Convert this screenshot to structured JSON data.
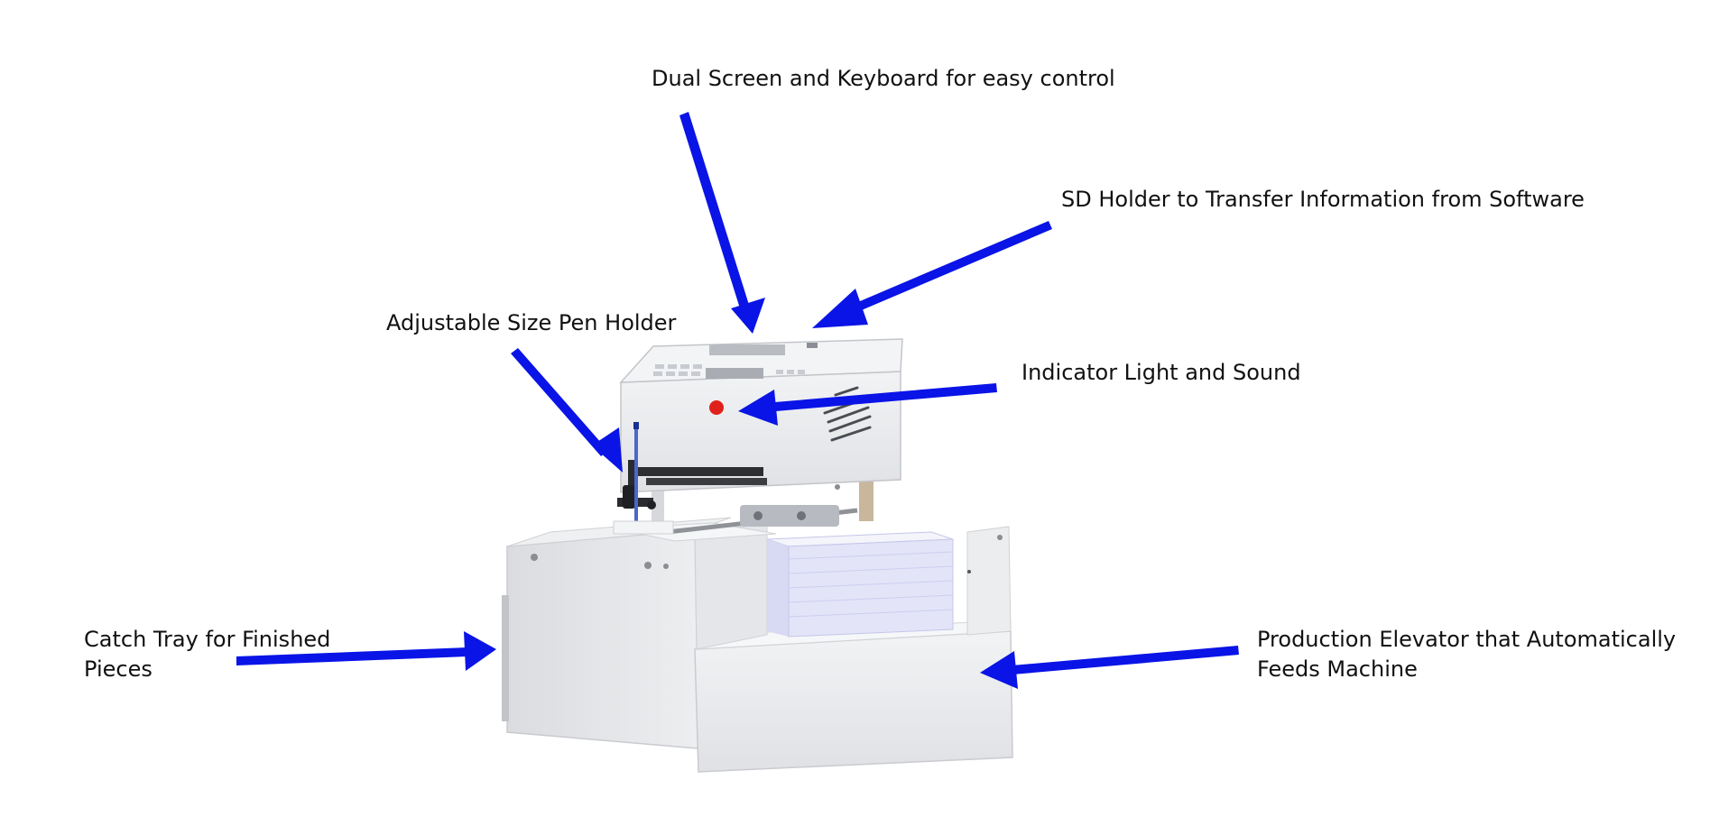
{
  "labels": {
    "dual_screen": "Dual Screen and Keyboard for easy control",
    "sd_holder": "SD Holder to Transfer Information from Software",
    "pen_holder": "Adjustable Size Pen Holder",
    "indicator": "Indicator Light and Sound",
    "catch_tray_line1": "Catch Tray for Finished",
    "catch_tray_line2": "Pieces",
    "elevator_line1": "Production Elevator that Automatically",
    "elevator_line2": "Feeds Machine"
  },
  "colors": {
    "arrow": "#0a14e6",
    "text": "#111111",
    "machine_body": "#e9eaec",
    "machine_shadow": "#cfd1d5",
    "indicator_light": "#e0211b",
    "paper_stack": "#dfe0f7"
  }
}
